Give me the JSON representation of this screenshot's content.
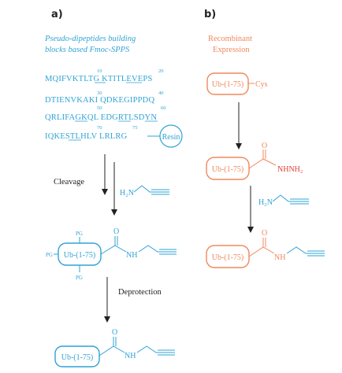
{
  "panel_a": {
    "label": "a)",
    "title_line1": "Pseudo-dipeptides building",
    "title_line2": "blocks based Fmoc-SPPS",
    "seq_lines": [
      "MQIFVKTLTG KTITLEVEPS",
      "DTIENVKAKI QDKEGIPPDQ",
      "QRLIFAGKQL EDGRTLSDYN",
      "IQKESTLHLV LRLRG"
    ],
    "numbers": [
      "10",
      "20",
      "30",
      "40",
      "50",
      "60",
      "70",
      "75"
    ],
    "resin": "Resin",
    "step1": "Cleavage",
    "amine": "H₂N",
    "protected_box": "Ub-(1-75)",
    "pg": "PG",
    "nh": "NH",
    "o": "O",
    "step2": "Deprotection",
    "final_box": "Ub-(1-75)"
  },
  "panel_b": {
    "label": "b)",
    "title_line1": "Recombinant",
    "title_line2": "Expression",
    "start_box": "Ub-(1-75)",
    "cys": "Cys",
    "hydrazide_box": "Ub-(1-75)",
    "nhnh2": "NHNH₂",
    "amine": "H₂N",
    "final_box": "Ub-(1-75)",
    "nh": "NH",
    "o": "O"
  },
  "colors": {
    "blue": "#2fa3d6",
    "orange": "#f0885c",
    "red": "#e0413a",
    "text": "#222222"
  }
}
